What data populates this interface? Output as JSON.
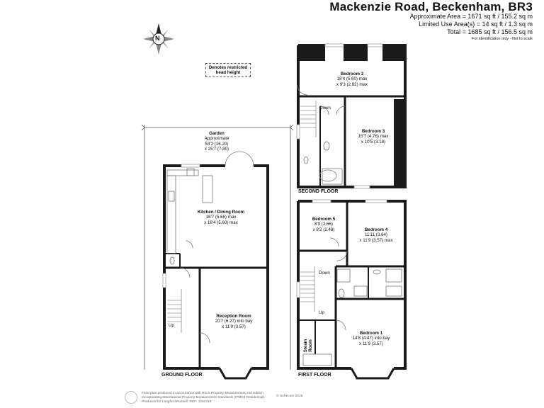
{
  "header": {
    "title": "Mackenzie Road, Beckenham, BR3",
    "approx_area": "Approximate Area = 1671 sq ft / 155.2 sq m",
    "limited_use": "Limited Use Area(s) = 14 sq ft / 1.3 sq m",
    "total": "Total = 1685 sq ft / 156.5 sq m",
    "note": "For identification only - Not to scale"
  },
  "compass": {
    "label": "N",
    "icon": "compass-rose-icon"
  },
  "legend": {
    "restricted_line1": "Denotes restricted",
    "restricted_line2": "head height"
  },
  "ground_floor": {
    "label": "GROUND FLOOR",
    "garden": {
      "name": "Garden",
      "l1": "Approximate",
      "l2": "53'2 (16.20)",
      "l3": "x 25'7 (7.80)"
    },
    "kitchen": {
      "name": "Kitchen / Dining Room",
      "l1": "18'7 (5.66) max",
      "l2": "x 18'4 (5.60) max"
    },
    "reception": {
      "name": "Reception Room",
      "l1": "20'7 (6.27) into bay",
      "l2": "x 11'9 (3.57)"
    },
    "stairs": "Up"
  },
  "second_floor": {
    "label": "SECOND FLOOR",
    "bedroom2": {
      "name": "Bedroom 2",
      "l1": "18'4 (5.60) max",
      "l2": "x 9'3 (2.82) max"
    },
    "bedroom3": {
      "name": "Bedroom 3",
      "l1": "15'7 (4.76) max",
      "l2": "x 10'5 (3.18)"
    },
    "stairs": "Down"
  },
  "first_floor": {
    "label": "FIRST FLOOR",
    "bedroom5": {
      "name": "Bedroom 5",
      "l1": "8'9 (2.66)",
      "l2": "x 8'2 (2.48)"
    },
    "bedroom4": {
      "name": "Bedroom 4",
      "l1": "11'11 (3.64)",
      "l2": "x 11'9 (3.57) max"
    },
    "bedroom1": {
      "name": "Bedroom 1",
      "l1": "14'8 (4.47) into bay",
      "l2": "x 11'9 (3.57)"
    },
    "steam": "Steam Room",
    "down": "Down",
    "up": "Up"
  },
  "footer": {
    "line1": "Floor plan produced in accordance with RICS Property Measurement 2nd Edition,",
    "line2": "Incorporating International Property Measurement Standards (IPMS2 Residential).",
    "line3": "Produced for Langford Russell.",
    "ref": "REF: 1252318",
    "copyright": "© nichecom 2025"
  },
  "colors": {
    "wall": "#1a1a1a",
    "stair": "#666666",
    "fixture": "#777777"
  }
}
